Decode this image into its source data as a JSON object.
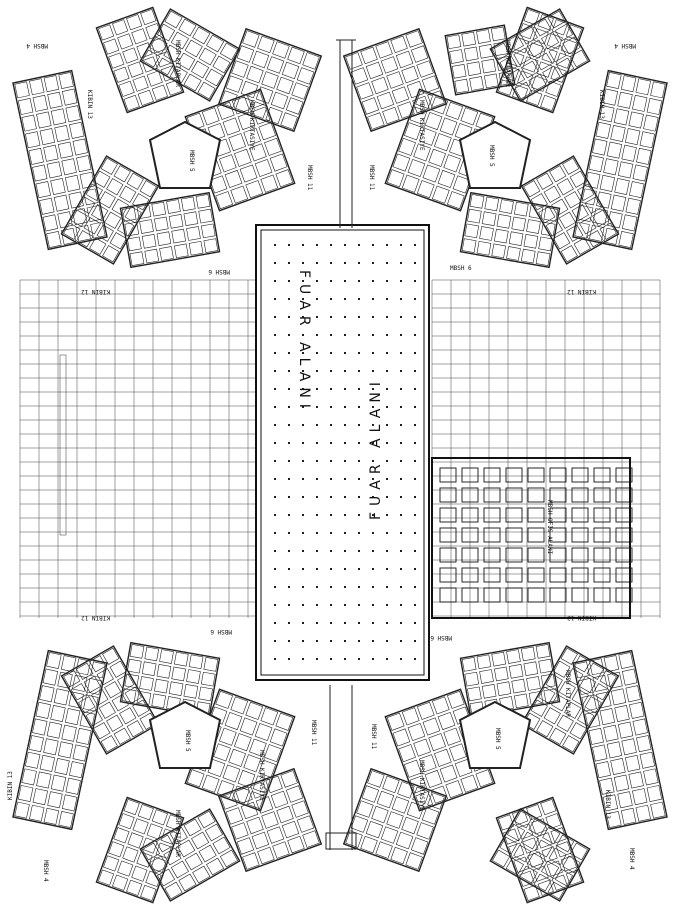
{
  "hall": {
    "label_upper": "FUAR ALANI",
    "label_lower": "FUAR ALANI"
  },
  "block_labels": {
    "top_left_outer": "MBSH 4",
    "top_left_vert": "KIBIN 13",
    "top_left_inner": "MBSH 5",
    "top_left_wing1": "MBSH KITAPLAR",
    "top_left_wing2": "MBSH KIRTASIYE",
    "top_right_outer": "MBSH 4",
    "top_right_vert": "KIBIN 13",
    "top_right_inner": "MBSH 5",
    "top_right_wing1": "MBSH KITAPLAR",
    "top_right_wing2": "MBSH KIRTASIYE",
    "bottom_left_outer": "MBSH 4",
    "bottom_left_vert": "KIBIN 13",
    "bottom_left_inner": "MBSH 5",
    "bottom_left_wing1": "MBSH KITAPLAR",
    "bottom_left_wing2": "MBSH KIRTASIYE",
    "bottom_right_outer": "MBSH 4",
    "bottom_right_vert": "KIBIN 13",
    "bottom_right_inner": "MBSH 5",
    "bottom_right_wing1": "MBSH KITAPLAR",
    "bottom_right_wing2": "MBSH KIRTASIYE",
    "edge_top_left": "MBSH 6",
    "edge_top_right": "MBSH 6",
    "edge_bottom_left": "MBSH 6",
    "edge_bottom_right": "MBSH 6",
    "side_left_top": "KIBIN 12",
    "side_right_top": "KIBIN 12",
    "side_left_bottom": "KIBIN 12",
    "side_right_bottom": "KIBIN 12",
    "corridor_top_left": "MBSH 11",
    "corridor_top_right": "MBSH 11",
    "corridor_bottom_left": "MBSH 11",
    "corridor_bottom_right": "MBSH 11",
    "right_grid": "MBSH OFIS ALANI"
  }
}
